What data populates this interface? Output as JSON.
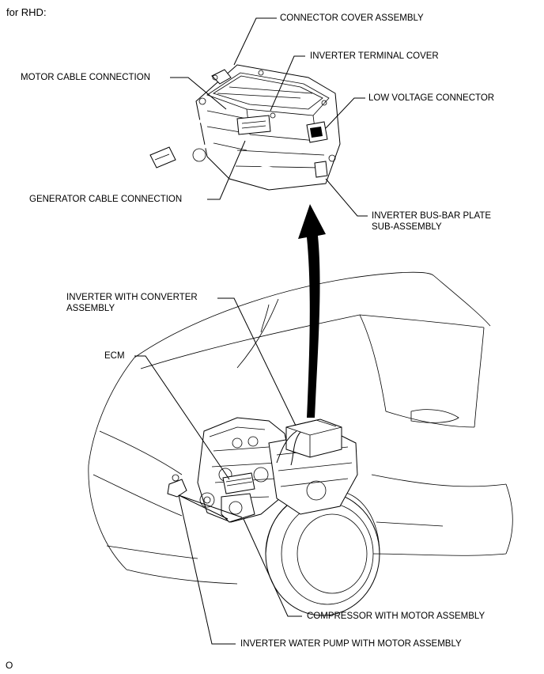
{
  "header": {
    "variant": "for RHD:"
  },
  "footer": {
    "code": "O"
  },
  "labels": {
    "connector_cover": "CONNECTOR COVER ASSEMBLY",
    "inverter_terminal_cover": "INVERTER TERMINAL COVER",
    "motor_cable": "MOTOR CABLE CONNECTION",
    "low_voltage_connector": "LOW VOLTAGE CONNECTOR",
    "generator_cable": "GENERATOR CABLE CONNECTION",
    "bus_bar_1": "INVERTER BUS-BAR PLATE",
    "bus_bar_2": "SUB-ASSEMBLY",
    "inverter_converter_1": "INVERTER WITH CONVERTER",
    "inverter_converter_2": "ASSEMBLY",
    "ecm": "ECM",
    "compressor": "COMPRESSOR WITH MOTOR ASSEMBLY",
    "water_pump": "INVERTER WATER PUMP WITH MOTOR ASSEMBLY"
  }
}
